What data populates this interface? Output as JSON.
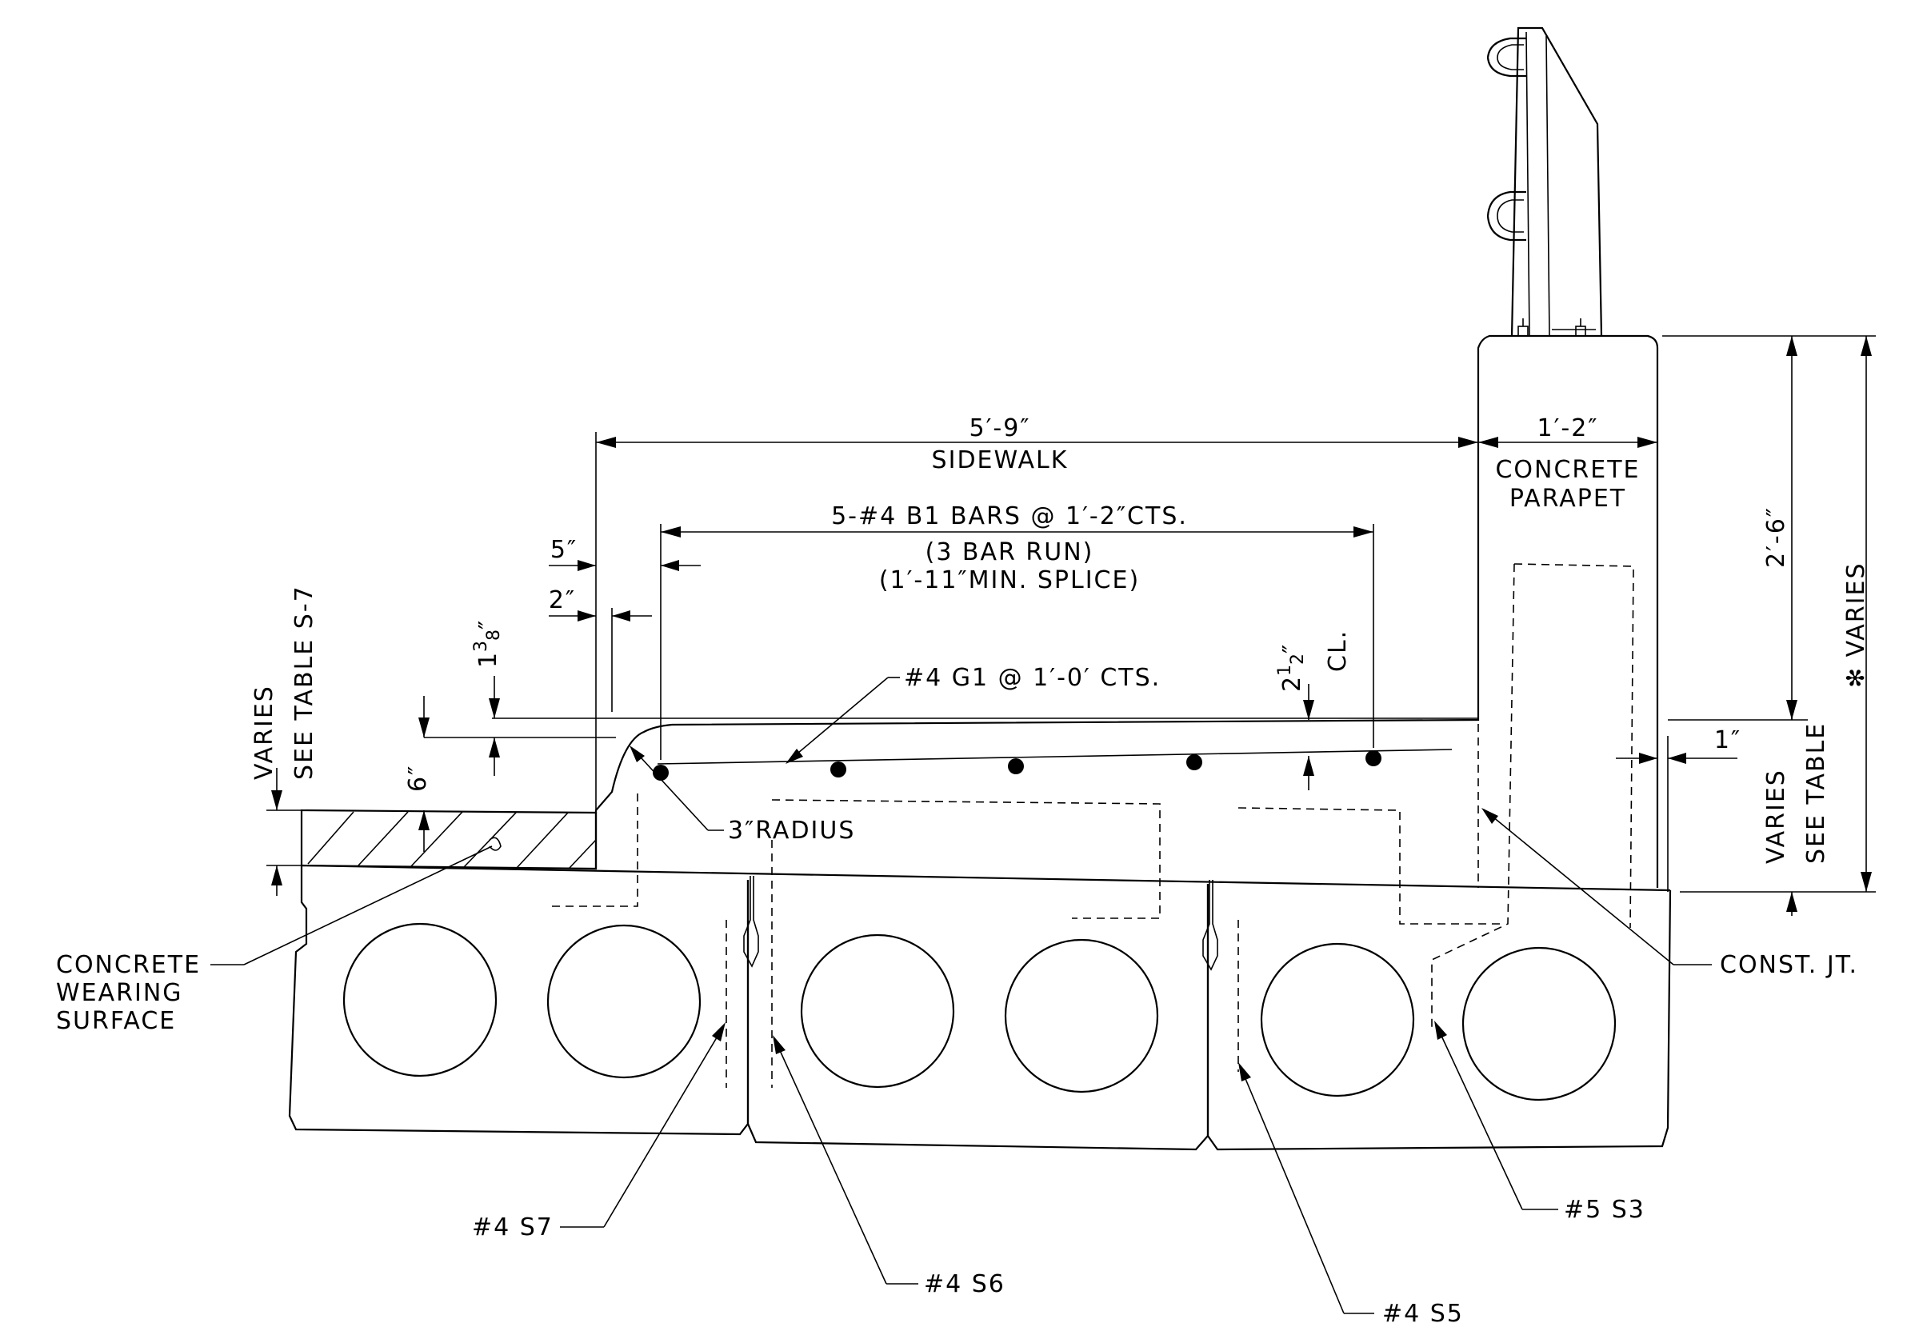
{
  "labels": {
    "sidewalk_dim": "5′-9″",
    "sidewalk": "SIDEWALK",
    "parapet_dim": "1′-2″",
    "concrete": "CONCRETE",
    "parapet": "PARAPET",
    "bars_line1": "5-#4 B1 BARS @ 1′-2″CTS.",
    "bars_line2": "(3 BAR RUN)",
    "bars_line3": "(1′-11″MIN. SPLICE)",
    "dim_5": "5″",
    "dim_2": "2″",
    "dim_1_3_8_whole": "1",
    "dim_1_3_8_num": "3",
    "dim_1_3_8_den": "8",
    "dim_1_3_8_unit": "″",
    "dim_6": "6″",
    "varies_left_1": "VARIES",
    "varies_left_2": "SEE TABLE S-7",
    "dim_2_1_2_whole": "2",
    "dim_2_1_2_num": "1",
    "dim_2_1_2_den": "2",
    "dim_2_1_2_unit": "″",
    "cl": "CL.",
    "g1_bars": "#4 G1 @ 1′-0′ CTS.",
    "radius": "3″RADIUS",
    "dim_2_6": "2′-6″",
    "varies_star": "✻ VARIES",
    "dim_1": "1″",
    "varies_right_1": "VARIES",
    "varies_right_2": "SEE TABLE",
    "const_jt": "CONST. JT.",
    "wearing_1": "CONCRETE",
    "wearing_2": "WEARING",
    "wearing_3": "SURFACE",
    "s7": "#4 S7",
    "s6": "#4 S6",
    "s5": "#4 S5",
    "s3": "#5 S3"
  }
}
